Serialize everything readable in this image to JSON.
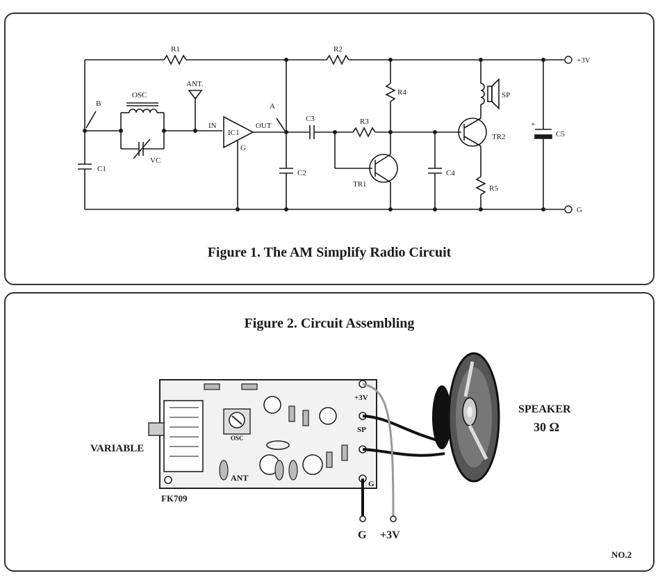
{
  "figure1": {
    "caption": "Figure 1. The AM Simplify Radio Circuit",
    "labels": {
      "r1": "R1",
      "r2": "R2",
      "r3": "R3",
      "r4": "R4",
      "r5": "R5",
      "osc": "OSC",
      "ant": "ANT.",
      "b": "B",
      "a": "A",
      "c1": "C1",
      "c2": "C2",
      "c3": "C3",
      "c4": "C4",
      "c5": "C5",
      "vc": "VC",
      "in": "IN",
      "out": "OUT",
      "ic1": "IC1",
      "g_ic": "G",
      "tr1": "TR1",
      "tr2": "TR2",
      "sp": "SP",
      "plus3v": "+3V",
      "gnd": "G",
      "plus_sign": "+"
    }
  },
  "figure2": {
    "caption": "Figure 2. Circuit Assembling",
    "speaker_label": "SPEAKER",
    "speaker_value": "30 Ω",
    "variable_label": "VARIABLE",
    "board_label": "FK709",
    "board_osc": "OSC",
    "board_ant": "ANT",
    "board_3v": "+3V",
    "board_sp": "SP",
    "board_g": "G",
    "wire_g": "G",
    "wire_3v": "+3V",
    "page_no": "NO.2"
  }
}
